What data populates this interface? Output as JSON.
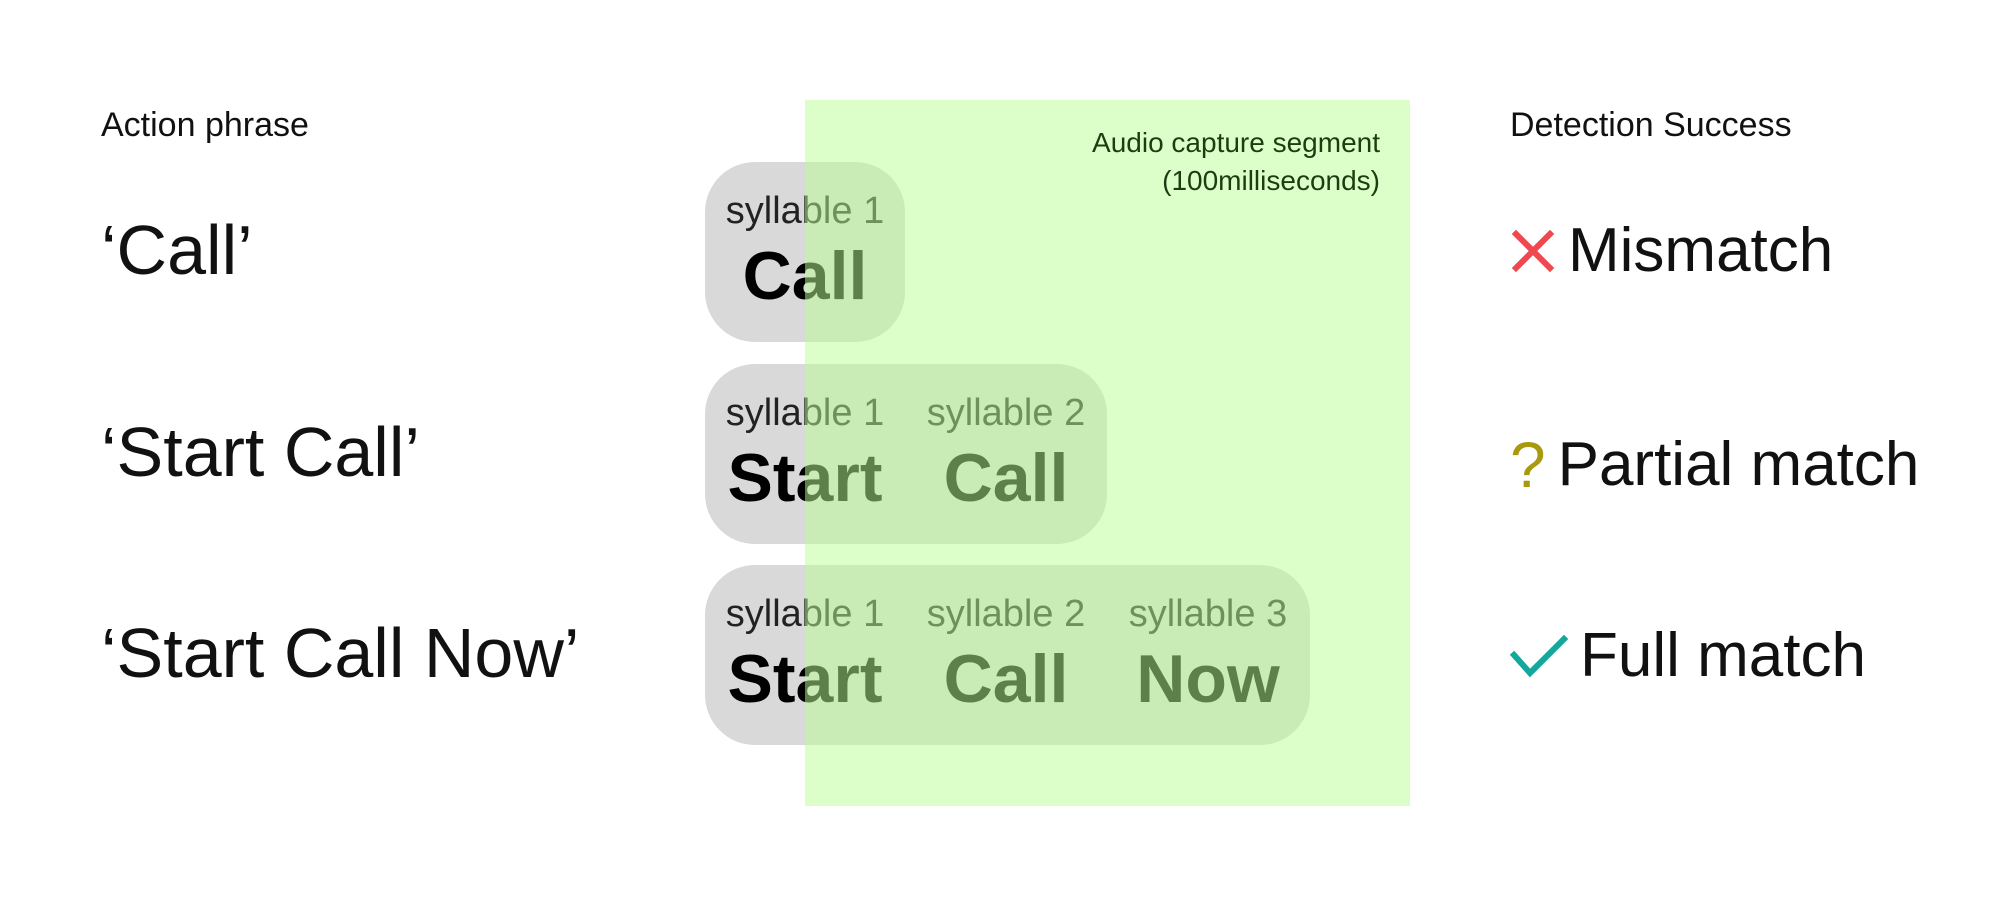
{
  "headers": {
    "action_phrase": "Action phrase",
    "detection_success": "Detection Success"
  },
  "capture_segment": {
    "title": "Audio capture segment",
    "duration": "(100milliseconds)",
    "fill_color": "#b9ff96"
  },
  "rows": [
    {
      "phrase": "‘Call’",
      "syllables": [
        {
          "label": "syllable 1",
          "word": "Call"
        }
      ],
      "result": {
        "label": "Mismatch",
        "icon": "cross-icon",
        "color": "#f0484f"
      }
    },
    {
      "phrase": "‘Start Call’",
      "syllables": [
        {
          "label": "syllable 1",
          "word": "Start"
        },
        {
          "label": "syllable 2",
          "word": "Call"
        }
      ],
      "result": {
        "label": "Partial match",
        "icon": "question-icon",
        "color": "#a8990f"
      }
    },
    {
      "phrase": "‘Start Call Now’",
      "syllables": [
        {
          "label": "syllable 1",
          "word": "Start"
        },
        {
          "label": "syllable 2",
          "word": "Call"
        },
        {
          "label": "syllable 3",
          "word": "Now"
        }
      ],
      "result": {
        "label": "Full match",
        "icon": "check-icon",
        "color": "#13a89e"
      }
    }
  ]
}
